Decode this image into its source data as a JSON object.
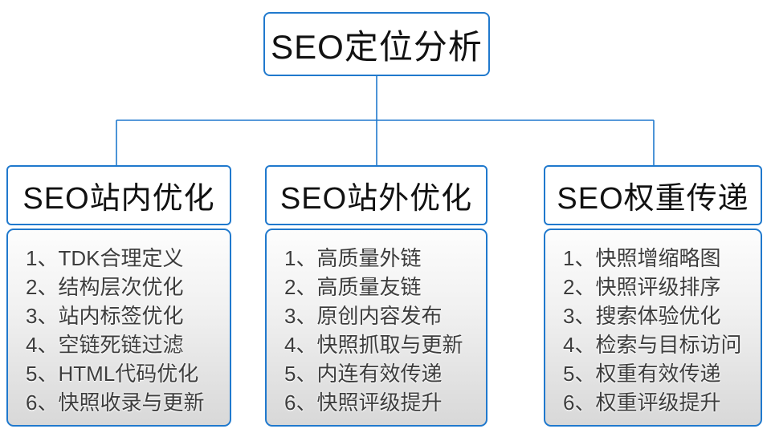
{
  "root": {
    "title": "SEO定位分析"
  },
  "columns": [
    {
      "title": "SEO站内优化",
      "items": [
        "1、TDK合理定义",
        "2、结构层次优化",
        "3、站内标签优化",
        "4、空链死链过滤",
        "5、HTML代码优化",
        "6、快照收录与更新"
      ]
    },
    {
      "title": "SEO站外优化",
      "items": [
        "1、高质量外链",
        "2、高质量友链",
        "3、原创内容发布",
        "4、快照抓取与更新",
        "5、内连有效传递",
        "6、快照评级提升"
      ]
    },
    {
      "title": "SEO权重传递",
      "items": [
        "1、快照增缩略图",
        "2、快照评级排序",
        "3、搜索体验优化",
        "4、检索与目标访问",
        "5、权重有效传递",
        "6、权重评级提升"
      ]
    }
  ],
  "colors": {
    "accent": "#2079cd",
    "list_bg_top": "#fdfdfd",
    "list_bg_bottom": "#d8d8d8",
    "list_text": "#3d3d3d",
    "title_text": "#111111",
    "background": "#ffffff"
  }
}
